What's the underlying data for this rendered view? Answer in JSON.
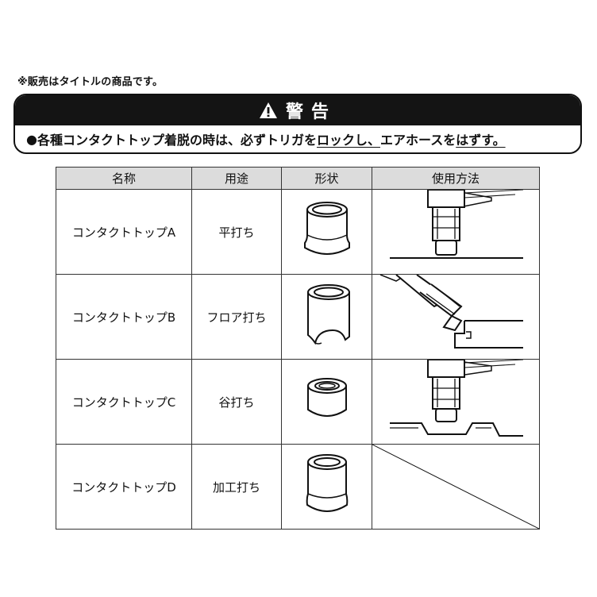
{
  "note": "※販売はタイトルの商品です。",
  "warning": {
    "title": "警告",
    "icon": "warning-triangle-icon",
    "bullet": "●",
    "text_parts": [
      {
        "text": "各種コンタクトトップ着脱の時は、必ずトリガを",
        "underline": false
      },
      {
        "text": "ロックし、",
        "underline": true
      },
      {
        "text": "エアホースを",
        "underline": false
      },
      {
        "text": "はずす。",
        "underline": true
      }
    ]
  },
  "table": {
    "headers": [
      "名称",
      "用途",
      "形状",
      "使用方法"
    ],
    "rows": [
      {
        "name": "コンタクトトップA",
        "use": "平打ち",
        "shape_icon": "contact-top-a-icon",
        "usage_icon": "flat-nailing-icon"
      },
      {
        "name": "コンタクトトップB",
        "use": "フロア打ち",
        "shape_icon": "contact-top-b-icon",
        "usage_icon": "floor-nailing-icon"
      },
      {
        "name": "コンタクトトップC",
        "use": "谷打ち",
        "shape_icon": "contact-top-c-icon",
        "usage_icon": "valley-nailing-icon"
      },
      {
        "name": "コンタクトトップD",
        "use": "加工打ち",
        "shape_icon": "contact-top-d-icon",
        "usage_icon": "none-diagonal"
      }
    ]
  }
}
